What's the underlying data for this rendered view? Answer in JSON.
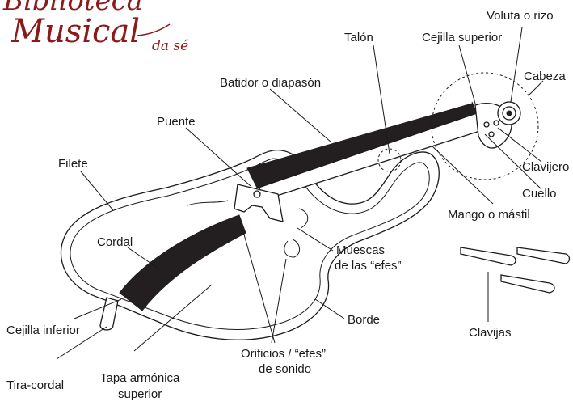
{
  "logo": {
    "line1": "Biblioteca",
    "line2": "Musical",
    "line3": "da sé",
    "color": "#8b1a1a"
  },
  "labels": {
    "voluta": "Voluta o rizo",
    "talon": "Talón",
    "cejilla_superior": "Cejilla superior",
    "cabeza": "Cabeza",
    "batidor": "Batidor o diapasón",
    "puente": "Puente",
    "clavijero": "Clavijero",
    "filete": "Filete",
    "cuello": "Cuello",
    "mango": "Mango o mástil",
    "cordal": "Cordal",
    "muescas_1": "Muescas",
    "muescas_2": "de las “efes”",
    "borde": "Borde",
    "cejilla_inferior": "Cejilla inferior",
    "clavijas": "Clavijas",
    "orificios_1": "Orificios / “efes”",
    "orificios_2": "de sonido",
    "tira_cordal": "Tira-cordal",
    "tapa_1": "Tapa armónica",
    "tapa_2": "superior"
  },
  "colors": {
    "ink": "#1a1a1a",
    "wood_dark": "#231f20"
  }
}
